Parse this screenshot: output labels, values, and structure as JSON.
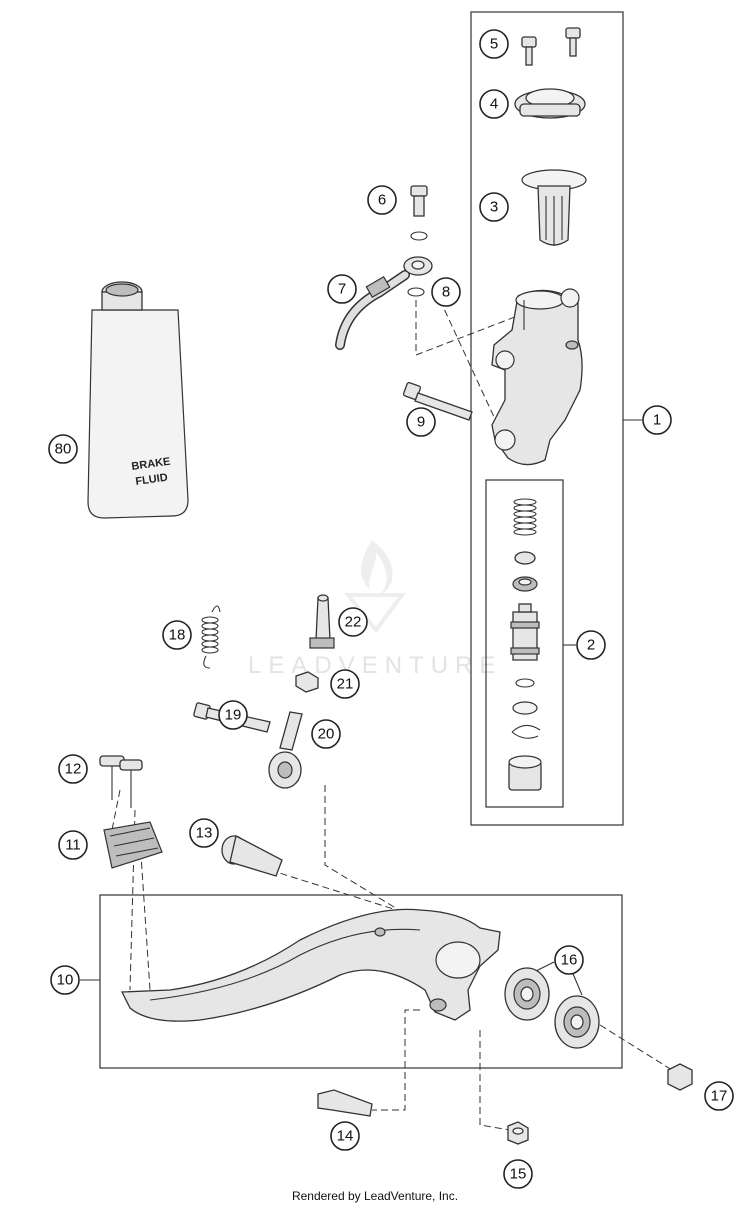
{
  "callouts": {
    "c1": "1",
    "c2": "2",
    "c3": "3",
    "c4": "4",
    "c5": "5",
    "c6": "6",
    "c7": "7",
    "c8": "8",
    "c9": "9",
    "c10": "10",
    "c11": "11",
    "c12": "12",
    "c13": "13",
    "c14": "14",
    "c15": "15",
    "c16": "16",
    "c17": "17",
    "c18": "18",
    "c19": "19",
    "c20": "20",
    "c21": "21",
    "c22": "22",
    "c80": "80"
  },
  "bottle_label": {
    "line1": "BRAKE",
    "line2": "FLUID"
  },
  "watermark": "LEADVENTURE",
  "footer": "Rendered by LeadVenture, Inc."
}
